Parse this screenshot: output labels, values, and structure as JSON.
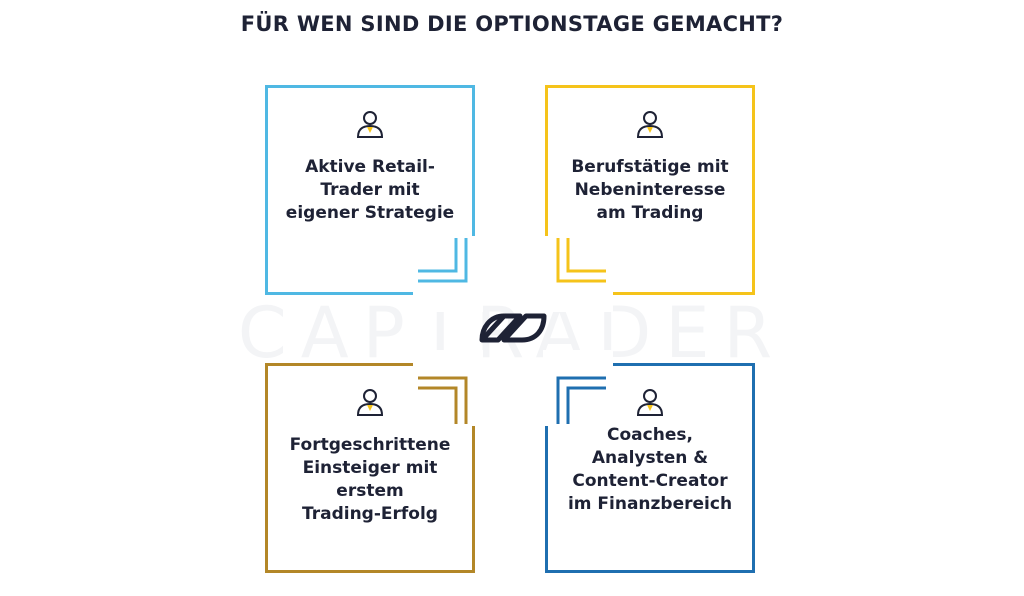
{
  "title": "FÜR WEN SIND DIE OPTIONSTAGE GEMACHT?",
  "watermark": "CAPTRADER",
  "colors": {
    "top_left": "#4fb8e3",
    "top_right": "#f5c31a",
    "bottom_left": "#b38728",
    "bottom_right": "#1f6fb0",
    "text": "#1e2235",
    "icon_accent": "#f5c31a"
  },
  "quadrants": [
    {
      "icon": "person-icon",
      "label": "Aktive Retail-\nTrader mit\neigener Strategie"
    },
    {
      "icon": "person-icon",
      "label": "Berufstätige mit\nNebeninteresse\nam Trading"
    },
    {
      "icon": "person-icon",
      "label": "Fortgeschrittene\nEinsteiger mit\nerstem\nTrading-Erfolg"
    },
    {
      "icon": "person-icon",
      "label": "Coaches,\nAnalysten &\nContent-Creator\nim Finanzbereich"
    }
  ],
  "center_logo": "captrader-logo"
}
